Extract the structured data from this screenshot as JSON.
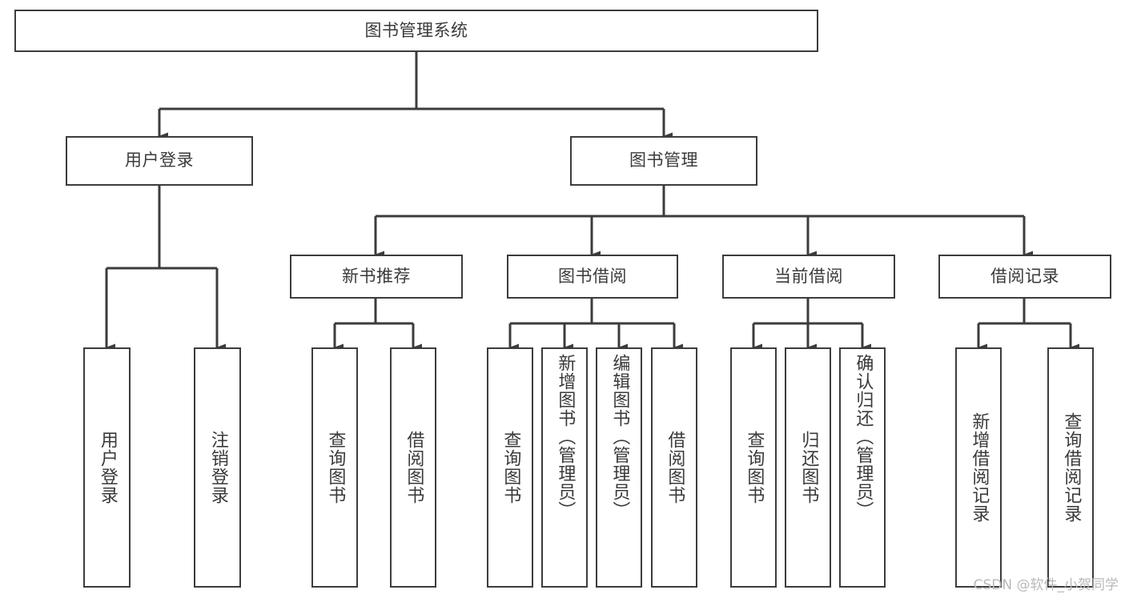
{
  "diagram": {
    "type": "tree-hierarchy",
    "title": "图书管理系统",
    "colors": {
      "stroke": "#3c3c3c",
      "box_fill": "#ffffff",
      "text": "#3a3a3a",
      "background": "#ffffff",
      "watermark": "#b9b9b9"
    },
    "root": {
      "label": "图书管理系统"
    },
    "level2": [
      {
        "label": "用户登录"
      },
      {
        "label": "图书管理"
      }
    ],
    "level3": [
      {
        "label": "新书推荐"
      },
      {
        "label": "图书借阅"
      },
      {
        "label": "当前借阅"
      },
      {
        "label": "借阅记录"
      }
    ],
    "leaves": {
      "user_login": [
        {
          "label": "用户登录"
        },
        {
          "label": "注销登录"
        }
      ],
      "new_book_recommend": [
        {
          "label": "查询图书"
        },
        {
          "label": "借阅图书"
        }
      ],
      "book_borrow": [
        {
          "label": "查询图书"
        },
        {
          "label": "新增图书（管理员）"
        },
        {
          "label": "编辑图书（管理员）"
        },
        {
          "label": "借阅图书"
        }
      ],
      "current_borrow": [
        {
          "label": "查询图书"
        },
        {
          "label": "归还图书"
        },
        {
          "label": "确认归还（管理员）"
        }
      ],
      "borrow_record": [
        {
          "label": "新增借阅记录"
        },
        {
          "label": "查询借阅记录"
        }
      ]
    }
  },
  "watermark": {
    "text": "CSDN @软件_小贺同学"
  }
}
